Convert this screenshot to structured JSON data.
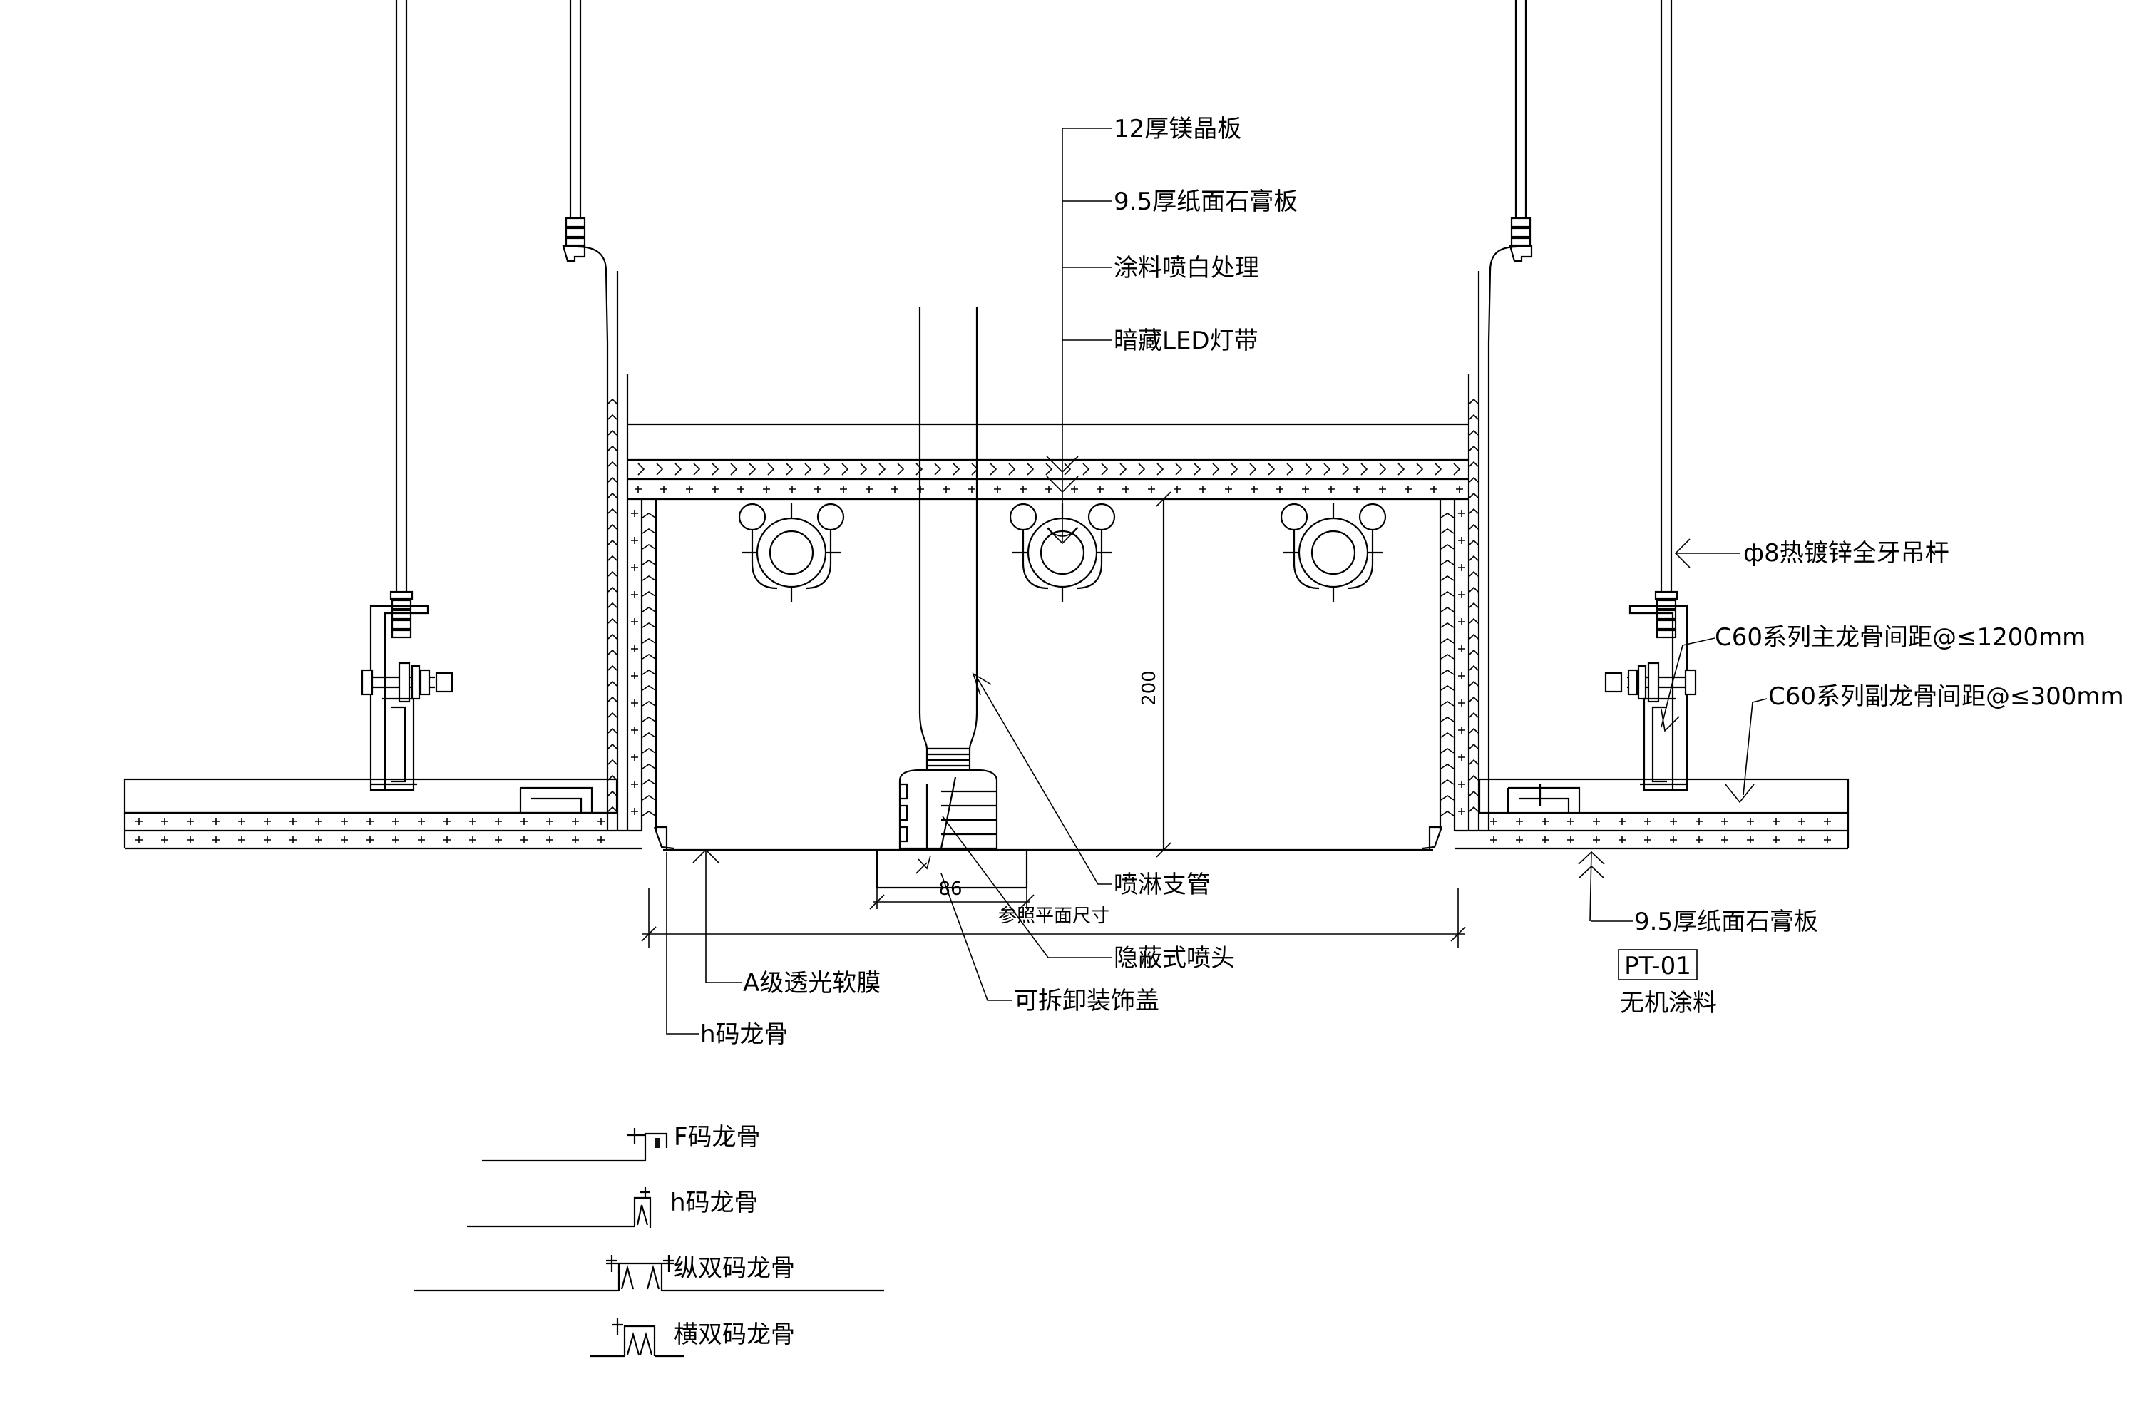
{
  "labels": {
    "magnesium_board": "12厚镁晶板",
    "gypsum_board_top": "9.5厚纸面石膏板",
    "paint_spray": "涂料喷白处理",
    "hidden_led": "暗藏LED灯带",
    "hanger_rod": "ф8热镀锌全牙吊杆",
    "main_keel": "C60系列主龙骨间距@≤1200mm",
    "sub_keel": "C60系列副龙骨间距@≤300mm",
    "sprinkler_pipe": "喷淋支管",
    "concealed_sprinkler": "隐蔽式喷头",
    "removable_cover": "可拆卸装饰盖",
    "soft_film": "A级透光软膜",
    "h_keel_callout": "h码龙骨",
    "gypsum_board_right": "9.5厚纸面石膏板",
    "finish_code": "PT-01",
    "finish_name": "无机涂料"
  },
  "dimensions": {
    "depth": "200",
    "sprinkler_width": "86",
    "plan_ref": "参照平面尺寸"
  },
  "legend": [
    {
      "icon": "f-keel-profile-icon",
      "label": "F码龙骨"
    },
    {
      "icon": "h-keel-profile-icon",
      "label": "h码龙骨"
    },
    {
      "icon": "vertical-double-keel-icon",
      "label": "纵双码龙骨"
    },
    {
      "icon": "horizontal-double-keel-icon",
      "label": "横双码龙骨"
    }
  ]
}
